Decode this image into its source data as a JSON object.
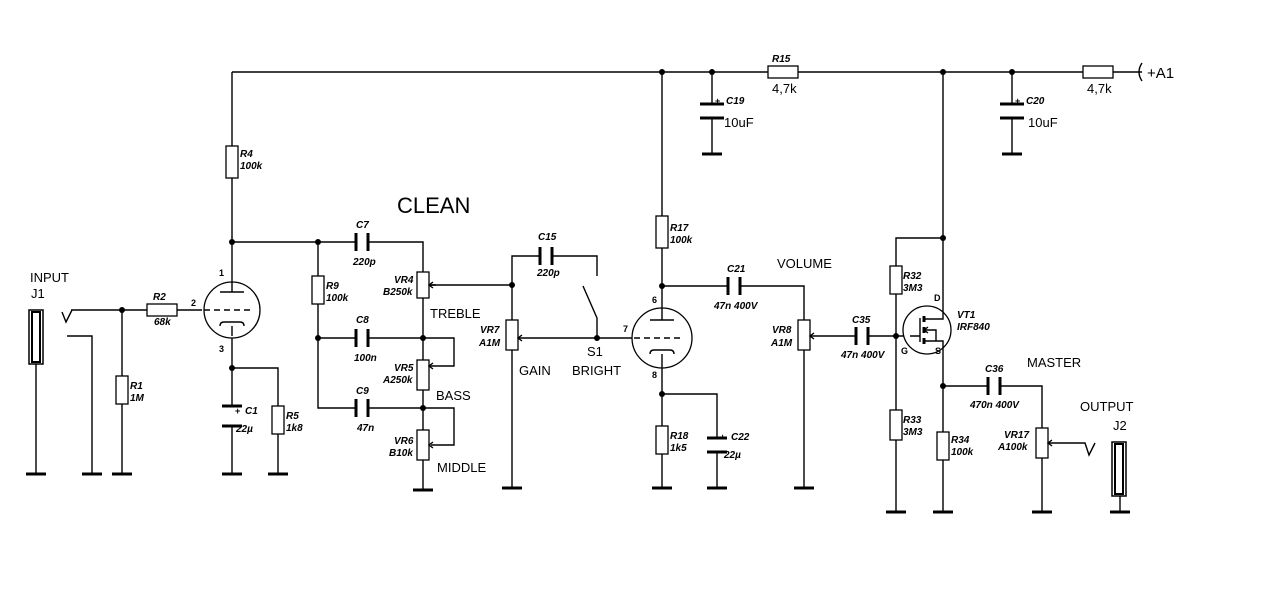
{
  "title": "CLEAN",
  "sections": {
    "input": "INPUT",
    "output": "OUTPUT",
    "treble": "TREBLE",
    "bass": "BASS",
    "middle": "MIDDLE",
    "gain": "GAIN",
    "bright": "BRIGHT",
    "volume": "VOLUME",
    "master": "MASTER"
  },
  "supply": "+A1",
  "connectors": {
    "j1": "J1",
    "j2": "J2"
  },
  "components": {
    "r1": {
      "ref": "R1",
      "value": "1M"
    },
    "r2": {
      "ref": "R2",
      "value": "68k"
    },
    "r4": {
      "ref": "R4",
      "value": "100k"
    },
    "r5": {
      "ref": "R5",
      "value": "1k8"
    },
    "r9": {
      "ref": "R9",
      "value": "100k"
    },
    "r15": {
      "ref": "R15",
      "value": "4,7k"
    },
    "r_in": {
      "value": "4,7k"
    },
    "r17": {
      "ref": "R17",
      "value": "100k"
    },
    "r18": {
      "ref": "R18",
      "value": "1k5"
    },
    "r32": {
      "ref": "R32",
      "value": "3M3"
    },
    "r33": {
      "ref": "R33",
      "value": "3M3"
    },
    "r34": {
      "ref": "R34",
      "value": "100k"
    },
    "c1": {
      "ref": "C1",
      "value": "22µ"
    },
    "c7": {
      "ref": "C7",
      "value": "220p"
    },
    "c8": {
      "ref": "C8",
      "value": "100n"
    },
    "c9": {
      "ref": "C9",
      "value": "47n"
    },
    "c15": {
      "ref": "C15",
      "value": "220p"
    },
    "c19": {
      "ref": "C19",
      "value": "10uF"
    },
    "c20": {
      "ref": "C20",
      "value": "10uF"
    },
    "c21": {
      "ref": "C21",
      "value": "47n 400V"
    },
    "c22": {
      "ref": "C22",
      "value": "22µ"
    },
    "c35": {
      "ref": "C35",
      "value": "47n 400V"
    },
    "c36": {
      "ref": "C36",
      "value": "470n 400V"
    },
    "vr4": {
      "ref": "VR4",
      "value": "B250k"
    },
    "vr5": {
      "ref": "VR5",
      "value": "A250k"
    },
    "vr6": {
      "ref": "VR6",
      "value": "B10k"
    },
    "vr7": {
      "ref": "VR7",
      "value": "A1M"
    },
    "vr8": {
      "ref": "VR8",
      "value": "A1M"
    },
    "vr17": {
      "ref": "VR17",
      "value": "A100k"
    },
    "s1": {
      "ref": "S1"
    },
    "vt1": {
      "ref": "VT1",
      "value": "IRF840"
    }
  },
  "pins": {
    "v1_plate": "1",
    "v1_grid": "2",
    "v1_cathode": "3",
    "v2_plate": "6",
    "v2_grid": "7",
    "v2_cathode": "8",
    "fet_d": "D",
    "fet_g": "G",
    "fet_s": "S",
    "plus": "+"
  }
}
